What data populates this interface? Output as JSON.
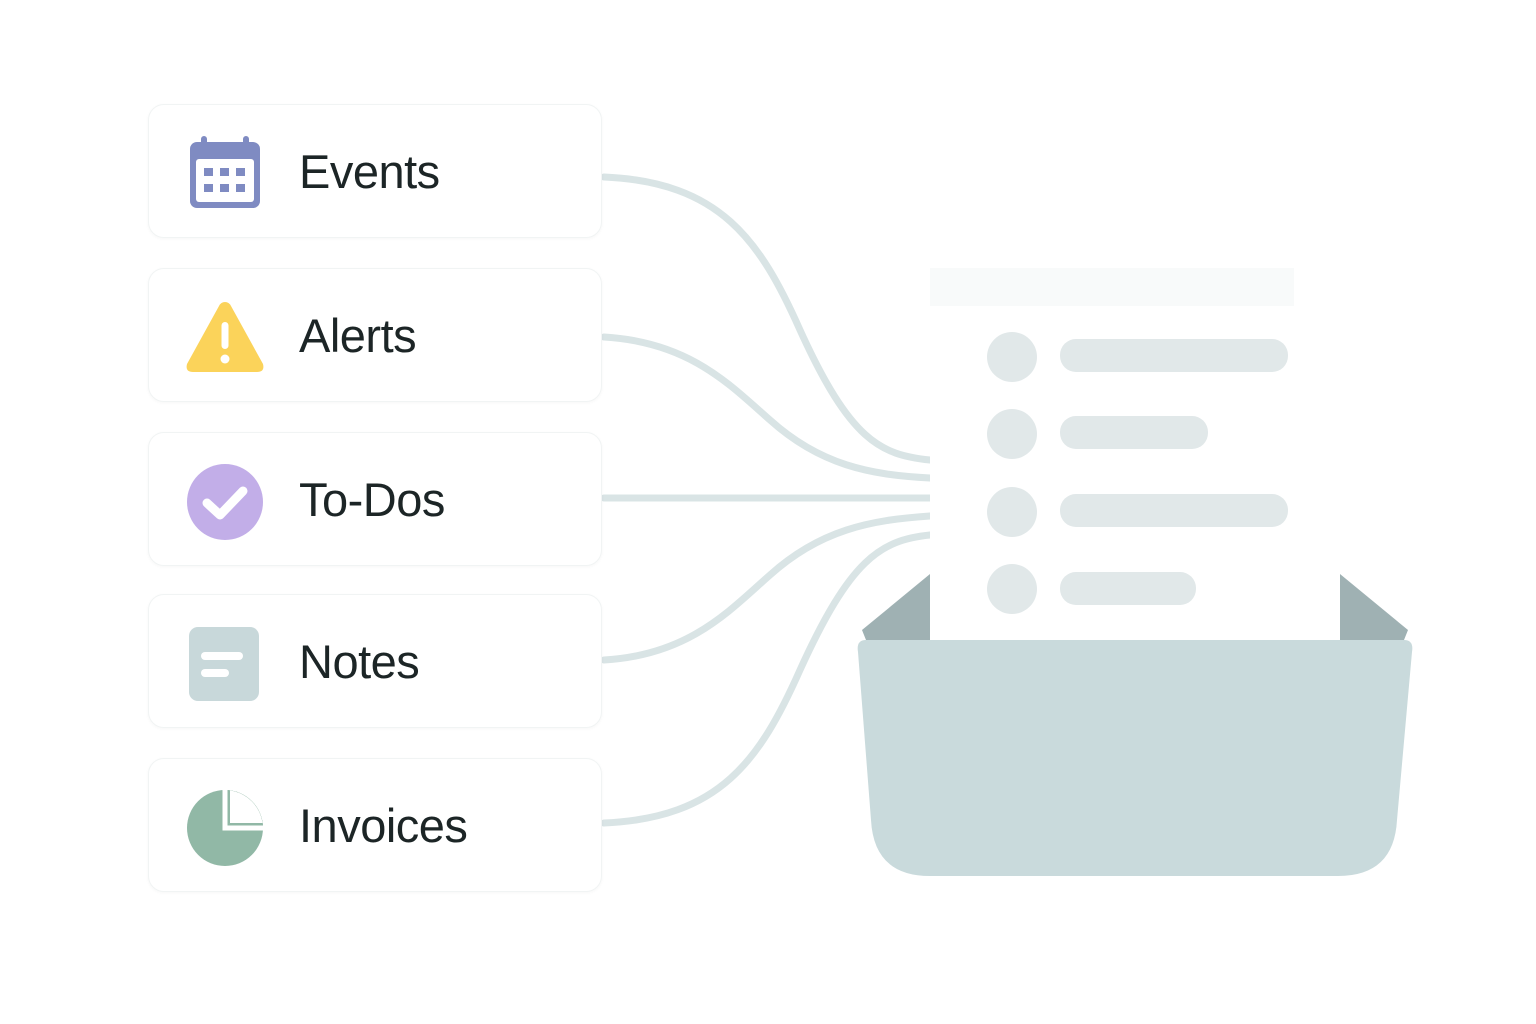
{
  "sources": [
    {
      "label": "Events",
      "icon": "calendar-icon",
      "color": "#7f8bc2"
    },
    {
      "label": "Alerts",
      "icon": "warning-icon",
      "color": "#fbd35a"
    },
    {
      "label": "To-Dos",
      "icon": "check-circle-icon",
      "color": "#c2aee8"
    },
    {
      "label": "Notes",
      "icon": "note-icon",
      "color": "#c8d8da"
    },
    {
      "label": "Invoices",
      "icon": "pie-chart-icon",
      "color": "#91b8a6"
    }
  ],
  "colors": {
    "connector": "#d9e4e5",
    "tray": "#c9dadc",
    "tray_inner": "#9fb1b3",
    "list_placeholder": "#e1e8e9",
    "text": "#1c2526"
  }
}
